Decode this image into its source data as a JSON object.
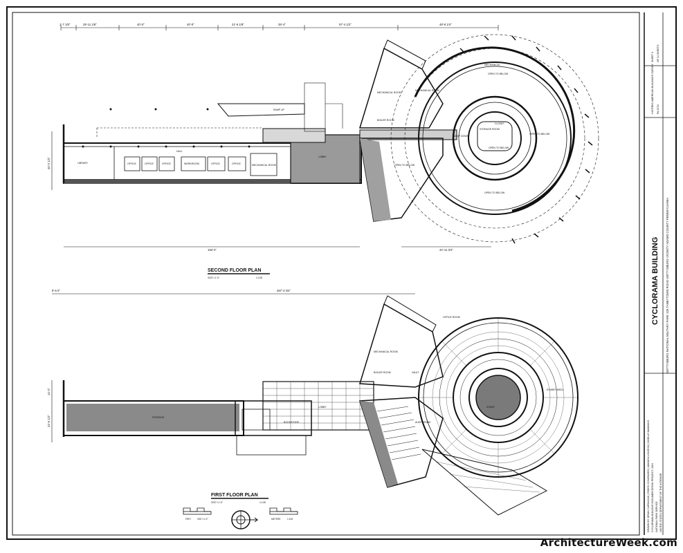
{
  "plans": {
    "second": {
      "title": "SECOND FLOOR PLAN",
      "scale_imperial": "3/32\"=1'-0\"",
      "scale_ratio": "1:128",
      "dims_top": [
        "1'-7 1/8\"",
        "29'-11 1/8\"",
        "40'-0\"",
        "40'-0\"",
        "21'-6 1/8\"",
        "28'-4\"",
        "57'-4 1/2\"",
        "48'-8 1/4\""
      ],
      "dim_bottom_left": "193'-4\"",
      "dim_bottom_right": "44'-11 3/4\"",
      "dim_left": "40'-2 1/2\"",
      "rooms": {
        "library": "LIBRARY",
        "hall": "HALL",
        "office_1": "OFFICE",
        "office_2": "OFFICE",
        "office_3": "OFFICE",
        "workroom": "WORKROOM",
        "office_4": "OFFICE",
        "office_5": "OFFICE",
        "mech": "MECHANICAL ROOM",
        "lobby": "LOBBY",
        "ramp": "RAMP UP",
        "mech_room": "MECHANICAL ROOM",
        "mech_room_2": "MECHANICAL ROOM",
        "boiler": "BOILER ROOM",
        "mechanical": "MECHANICAL",
        "open_below_1": "OPEN TO BELOW",
        "open_below_2": "OPEN TO BELOW",
        "open_below_3": "OPEN TO BELOW",
        "open_below_4": "OPEN TO BELOW",
        "open_below_5": "OPEN TO BELOW",
        "storage": "STORAGE ROOM",
        "closet": "CLOSET",
        "ramp_down": "RAMP DOWN"
      }
    },
    "first": {
      "title": "FIRST FLOOR PLAN",
      "scale_imperial": "3/32\"=1'-0\"",
      "scale_ratio": "1:128",
      "dim_top_left": "9'-5 0\"",
      "dim_top": "287'-3 3/4\"",
      "dim_left_1": "14'-2\"",
      "dim_left_2": "24'-5 1/2\"",
      "rooms": {
        "storage": "STORAGE",
        "mech": "MECHANICAL ROOM",
        "boiler": "BOILER ROOM",
        "auditorium": "AUDITORIUM",
        "lobby": "LOBBY",
        "exhibit": "EXHIBIT AREA",
        "stage": "STAGE",
        "bookstore": "BOOKSTORE",
        "vault": "VAULT",
        "office_room": "OFFICE ROOM"
      },
      "scale_labels": {
        "feet": "FEET",
        "meters": "METERS",
        "scale_ratio": "1:128",
        "scale_imperial": "3/32\"=1'-0\""
      }
    }
  },
  "title_block": {
    "building": "CYCLORAMA BUILDING",
    "address": "GETTYSBURG NATIONAL MILITARY PARK    125 TANEYTOWN ROAD    GETTYSBURG VICINITY    ADAMS COUNTY    PENNSYLVANIA",
    "drawn_by": "DRAWN BY: BRIAN CARNAHAN  |  ROBYN CHIARADEO  |  AMANDA LOUGHIN  |  NOELLE McMANUS",
    "project": "CYCLORAMA BUILDING DOCUMENTATION PROJECT, 2004",
    "agency_1": "NATIONAL PARK SERVICE",
    "agency_2": "UNITED STATES DEPARTMENT OF THE INTERIOR",
    "survey": "HISTORIC AMERICAN BUILDINGS SURVEY",
    "survey_number": "PA-6723",
    "sheet": "SHEET 6",
    "sheet_of": "OF 24 SHEETS"
  },
  "watermark": "ArchitectureWeek.com"
}
